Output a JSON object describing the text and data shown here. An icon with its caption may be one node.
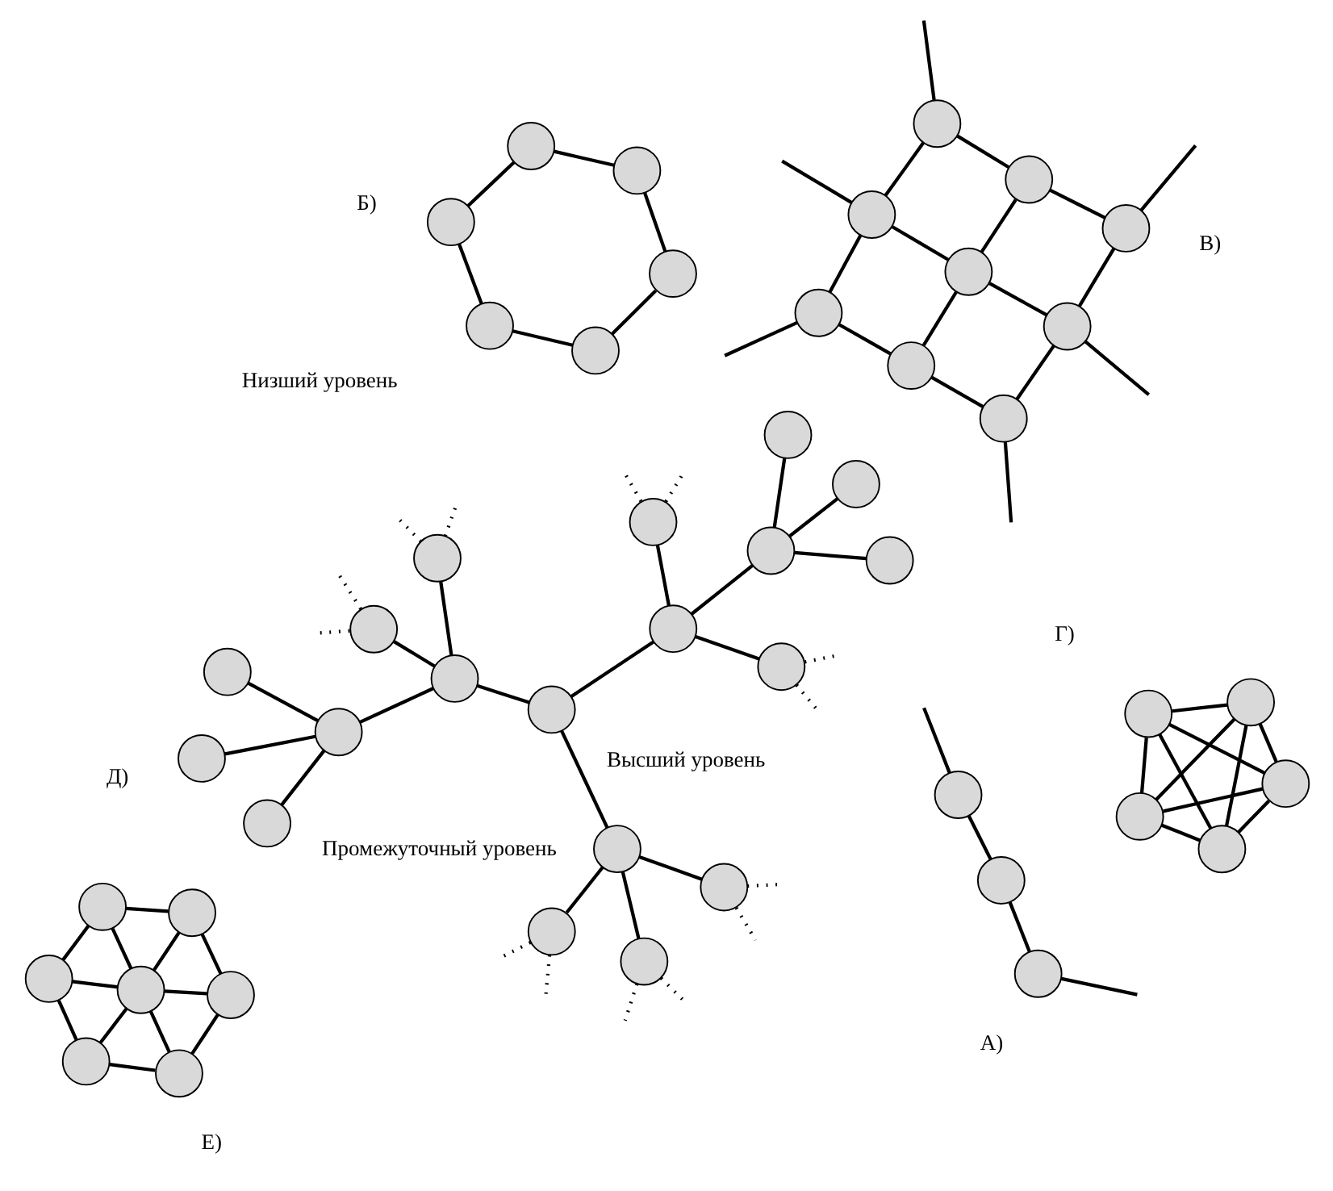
{
  "diagram": {
    "nodes": [
      {
        "text": [],
        "shape": "circle"
      },
      {
        "text": [],
        "shape": "circle"
      },
      {
        "text": [],
        "shape": "circle"
      },
      {
        "text": [],
        "shape": "circle"
      },
      {
        "text": [],
        "shape": "circle"
      },
      {
        "text": [],
        "shape": "circle"
      },
      {
        "text": [],
        "shape": "circle"
      },
      {
        "text": [],
        "shape": "circle"
      },
      {
        "text": [],
        "shape": "circle"
      },
      {
        "text": [],
        "shape": "circle"
      },
      {
        "text": [],
        "shape": "circle"
      },
      {
        "text": [],
        "shape": "circle"
      },
      {
        "text": [],
        "shape": "circle"
      },
      {
        "text": [],
        "shape": "circle"
      },
      {
        "text": [],
        "shape": "circle"
      },
      {
        "text": [],
        "shape": "circle"
      },
      {
        "text": [],
        "shape": "circle"
      },
      {
        "text": [],
        "shape": "circle"
      },
      {
        "text": [],
        "shape": "circle"
      },
      {
        "text": [],
        "shape": "circle"
      },
      {
        "text": [],
        "shape": "circle"
      },
      {
        "text": [],
        "shape": "circle"
      },
      {
        "text": [],
        "shape": "circle"
      },
      {
        "text": [],
        "shape": "circle"
      },
      {
        "text": [],
        "shape": "circle"
      },
      {
        "text": [],
        "shape": "circle"
      },
      {
        "text": [],
        "shape": "circle"
      },
      {
        "text": [],
        "shape": "circle"
      },
      {
        "text": [],
        "shape": "circle"
      },
      {
        "text": [],
        "shape": "circle"
      },
      {
        "text": [],
        "shape": "circle"
      },
      {
        "text": [],
        "shape": "circle"
      },
      {
        "text": [],
        "shape": "circle"
      },
      {
        "text": [],
        "shape": "circle"
      },
      {
        "text": [],
        "shape": "circle"
      },
      {
        "text": [],
        "shape": "circle"
      },
      {
        "text": [],
        "shape": "circle"
      },
      {
        "text": [],
        "shape": "circle"
      },
      {
        "text": [],
        "shape": "circle"
      },
      {
        "text": [],
        "shape": "circle"
      },
      {
        "text": [],
        "shape": "circle"
      },
      {
        "text": [],
        "shape": "circle"
      },
      {
        "text": [],
        "shape": "circle"
      },
      {
        "text": [],
        "shape": "circle"
      },
      {
        "text": [],
        "shape": "circle"
      },
      {
        "text": [],
        "shape": "circle"
      },
      {
        "text": [],
        "shape": "circle"
      },
      {
        "text": [],
        "shape": "circle"
      },
      {
        "text": [],
        "shape": "circle"
      }
    ],
    "edges": [
      {
        "from": null,
        "to": 0,
        "arrow": "none"
      },
      {
        "from": 0,
        "to": 1,
        "arrow": "none"
      },
      {
        "from": 1,
        "to": 2,
        "arrow": "none"
      },
      {
        "from": 2,
        "to": null,
        "arrow": "none"
      },
      {
        "from": 3,
        "to": 4,
        "arrow": "none"
      },
      {
        "from": 3,
        "to": 5,
        "arrow": "none"
      },
      {
        "from": 4,
        "to": 6,
        "arrow": "none"
      },
      {
        "from": 5,
        "to": 7,
        "arrow": "none"
      },
      {
        "from": 6,
        "to": 8,
        "arrow": "none"
      },
      {
        "from": 7,
        "to": 8,
        "arrow": "none"
      },
      {
        "from": null,
        "to": 9,
        "arrow": "none"
      },
      {
        "from": 9,
        "to": 10,
        "arrow": "none"
      },
      {
        "from": 10,
        "to": 11,
        "arrow": "none"
      },
      {
        "from": 11,
        "to": null,
        "arrow": "none"
      },
      {
        "from": null,
        "to": 12,
        "arrow": "none"
      },
      {
        "from": 12,
        "to": 13,
        "arrow": "none"
      },
      {
        "from": 13,
        "to": 14,
        "arrow": "none"
      },
      {
        "from": 14,
        "to": null,
        "arrow": "none"
      },
      {
        "from": null,
        "to": 15,
        "arrow": "none"
      },
      {
        "from": 15,
        "to": 16,
        "arrow": "none"
      },
      {
        "from": 16,
        "to": 17,
        "arrow": "none"
      },
      {
        "from": 17,
        "to": null,
        "arrow": "none"
      },
      {
        "from": 9,
        "to": 12,
        "arrow": "none"
      },
      {
        "from": 12,
        "to": 15,
        "arrow": "none"
      },
      {
        "from": 10,
        "to": 13,
        "arrow": "none"
      },
      {
        "from": 13,
        "to": 16,
        "arrow": "none"
      },
      {
        "from": 11,
        "to": 14,
        "arrow": "none"
      },
      {
        "from": 14,
        "to": 17,
        "arrow": "none"
      },
      {
        "from": 18,
        "to": 19,
        "arrow": "none"
      },
      {
        "from": 18,
        "to": 20,
        "arrow": "none"
      },
      {
        "from": 18,
        "to": 21,
        "arrow": "none"
      },
      {
        "from": 18,
        "to": 22,
        "arrow": "none"
      },
      {
        "from": 19,
        "to": 20,
        "arrow": "none"
      },
      {
        "from": 19,
        "to": 21,
        "arrow": "none"
      },
      {
        "from": 19,
        "to": 22,
        "arrow": "none"
      },
      {
        "from": 20,
        "to": 21,
        "arrow": "none"
      },
      {
        "from": 20,
        "to": 22,
        "arrow": "none"
      },
      {
        "from": 21,
        "to": 22,
        "arrow": "none"
      },
      {
        "from": 23,
        "to": 24,
        "arrow": "none"
      },
      {
        "from": 23,
        "to": 25,
        "arrow": "none"
      },
      {
        "from": 24,
        "to": 27,
        "arrow": "none"
      },
      {
        "from": 25,
        "to": 28,
        "arrow": "none"
      },
      {
        "from": 27,
        "to": 29,
        "arrow": "none"
      },
      {
        "from": 28,
        "to": 29,
        "arrow": "none"
      },
      {
        "from": 26,
        "to": 23,
        "arrow": "none"
      },
      {
        "from": 26,
        "to": 24,
        "arrow": "none"
      },
      {
        "from": 26,
        "to": 25,
        "arrow": "none"
      },
      {
        "from": 26,
        "to": 27,
        "arrow": "none"
      },
      {
        "from": 26,
        "to": 28,
        "arrow": "none"
      },
      {
        "from": 26,
        "to": 29,
        "arrow": "none"
      },
      {
        "from": 30,
        "to": 31,
        "arrow": "none"
      },
      {
        "from": 30,
        "to": 32,
        "arrow": "none"
      },
      {
        "from": 30,
        "to": 33,
        "arrow": "none"
      },
      {
        "from": 31,
        "to": 34,
        "arrow": "none"
      },
      {
        "from": 31,
        "to": 35,
        "arrow": "none"
      },
      {
        "from": 31,
        "to": 36,
        "arrow": "none"
      },
      {
        "from": 32,
        "to": 37,
        "arrow": "none"
      },
      {
        "from": 32,
        "to": 38,
        "arrow": "none"
      },
      {
        "from": 32,
        "to": 39,
        "arrow": "none"
      },
      {
        "from": 33,
        "to": 40,
        "arrow": "none"
      },
      {
        "from": 33,
        "to": 41,
        "arrow": "none"
      },
      {
        "from": 33,
        "to": 42,
        "arrow": "none"
      },
      {
        "from": 34,
        "to": 43,
        "arrow": "none"
      },
      {
        "from": 34,
        "to": 44,
        "arrow": "none"
      },
      {
        "from": 34,
        "to": 45,
        "arrow": "none"
      },
      {
        "from": 40,
        "to": 46,
        "arrow": "none"
      },
      {
        "from": 40,
        "to": 47,
        "arrow": "none"
      },
      {
        "from": 40,
        "to": 48,
        "arrow": "none"
      },
      {
        "from": 35,
        "to": null,
        "arrow": "none",
        "style": "dashed"
      },
      {
        "from": 35,
        "to": null,
        "arrow": "none",
        "style": "dashed"
      },
      {
        "from": 36,
        "to": null,
        "arrow": "none",
        "style": "dashed"
      },
      {
        "from": 36,
        "to": null,
        "arrow": "none",
        "style": "dashed"
      },
      {
        "from": 37,
        "to": null,
        "arrow": "none",
        "style": "dashed"
      },
      {
        "from": 37,
        "to": null,
        "arrow": "none",
        "style": "dashed"
      },
      {
        "from": 38,
        "to": null,
        "arrow": "none",
        "style": "dashed"
      },
      {
        "from": 38,
        "to": null,
        "arrow": "none",
        "style": "dashed"
      },
      {
        "from": 39,
        "to": null,
        "arrow": "none",
        "style": "dashed"
      },
      {
        "from": 39,
        "to": null,
        "arrow": "none",
        "style": "dashed"
      },
      {
        "from": 41,
        "to": null,
        "arrow": "none",
        "style": "dashed"
      },
      {
        "from": 41,
        "to": null,
        "arrow": "none",
        "style": "dashed"
      },
      {
        "from": 42,
        "to": null,
        "arrow": "none",
        "style": "dashed"
      },
      {
        "from": 42,
        "to": null,
        "arrow": "none",
        "style": "dashed"
      }
    ],
    "labels": [
      "А)",
      "Б)",
      "В)",
      "Г)",
      "Е)",
      "Д)",
      "Высший уровень",
      "Промежуточный уровень",
      "Низший уровень"
    ]
  }
}
